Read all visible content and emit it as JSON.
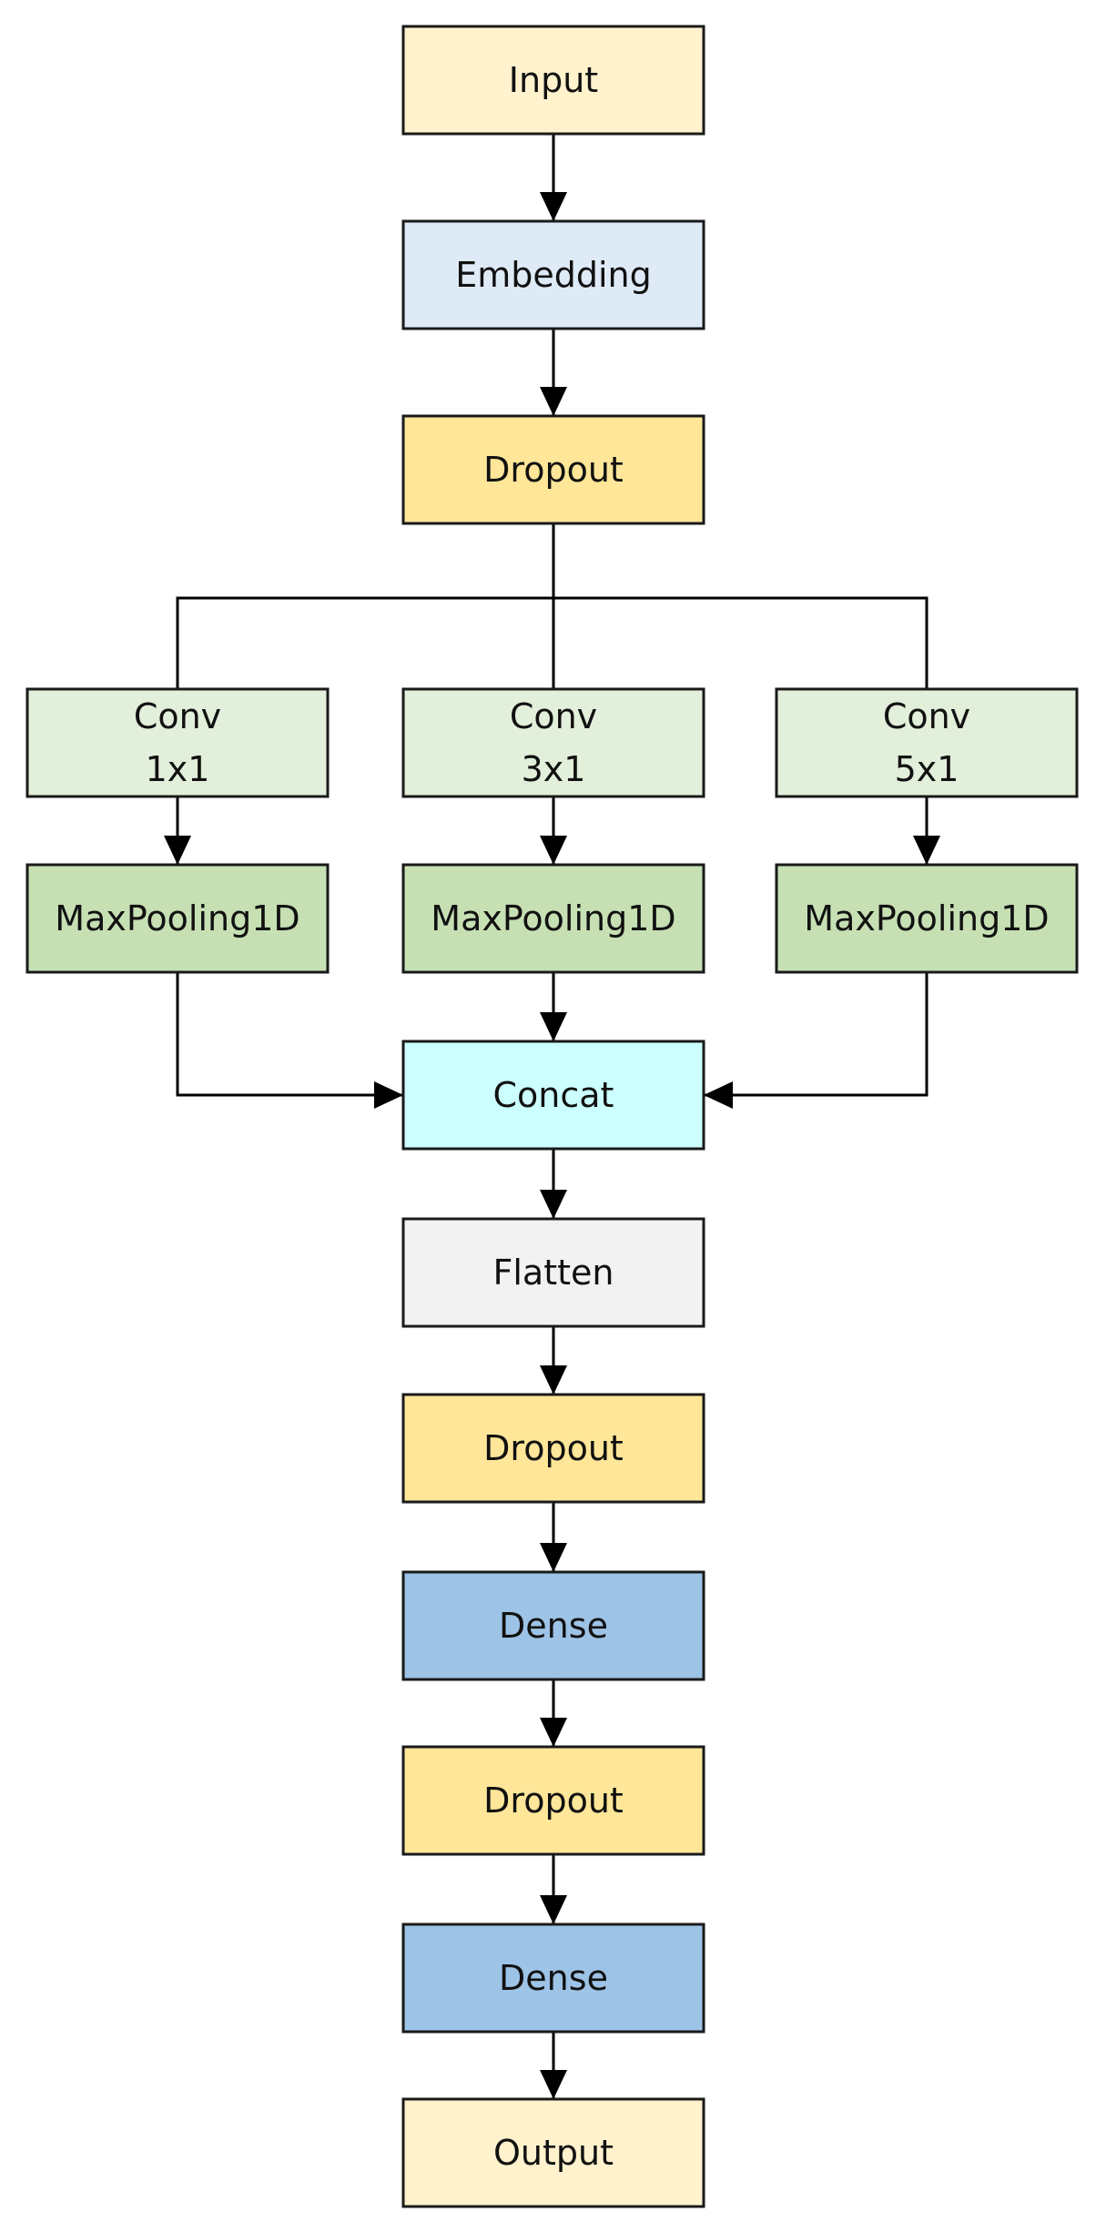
{
  "nodes": {
    "input": {
      "lines": [
        "Input"
      ],
      "fill": "#FFF2CC"
    },
    "embedding": {
      "lines": [
        "Embedding"
      ],
      "fill": "#DEEBF7"
    },
    "dropout1": {
      "lines": [
        "Dropout"
      ],
      "fill": "#FFE699"
    },
    "conv1": {
      "lines": [
        "Conv",
        "1x1"
      ],
      "fill": "#E2EFDA"
    },
    "conv3": {
      "lines": [
        "Conv",
        "3x1"
      ],
      "fill": "#E2EFDA"
    },
    "conv5": {
      "lines": [
        "Conv",
        "5x1"
      ],
      "fill": "#E2EFDA"
    },
    "pool1": {
      "lines": [
        "MaxPooling1D"
      ],
      "fill": "#C6E0B4"
    },
    "pool3": {
      "lines": [
        "MaxPooling1D"
      ],
      "fill": "#C6E0B4"
    },
    "pool5": {
      "lines": [
        "MaxPooling1D"
      ],
      "fill": "#C6E0B4"
    },
    "concat": {
      "lines": [
        "Concat"
      ],
      "fill": "#CCFFFF"
    },
    "flatten": {
      "lines": [
        "Flatten"
      ],
      "fill": "#F2F2F2"
    },
    "dropout2": {
      "lines": [
        "Dropout"
      ],
      "fill": "#FFE699"
    },
    "dense1": {
      "lines": [
        "Dense"
      ],
      "fill": "#9DC3E6"
    },
    "dropout3": {
      "lines": [
        "Dropout"
      ],
      "fill": "#FFE699"
    },
    "dense2": {
      "lines": [
        "Dense"
      ],
      "fill": "#9DC3E6"
    },
    "output": {
      "lines": [
        "Output"
      ],
      "fill": "#FFF2CC"
    }
  },
  "edges": [
    {
      "from": "input",
      "to": "embedding"
    },
    {
      "from": "embedding",
      "to": "dropout1"
    },
    {
      "from": "dropout1",
      "to": "conv1"
    },
    {
      "from": "dropout1",
      "to": "conv3"
    },
    {
      "from": "dropout1",
      "to": "conv5"
    },
    {
      "from": "conv1",
      "to": "pool1"
    },
    {
      "from": "conv3",
      "to": "pool3"
    },
    {
      "from": "conv5",
      "to": "pool5"
    },
    {
      "from": "pool1",
      "to": "concat"
    },
    {
      "from": "pool3",
      "to": "concat"
    },
    {
      "from": "pool5",
      "to": "concat"
    },
    {
      "from": "concat",
      "to": "flatten"
    },
    {
      "from": "flatten",
      "to": "dropout2"
    },
    {
      "from": "dropout2",
      "to": "dense1"
    },
    {
      "from": "dense1",
      "to": "dropout3"
    },
    {
      "from": "dropout3",
      "to": "dense2"
    },
    {
      "from": "dense2",
      "to": "output"
    }
  ]
}
